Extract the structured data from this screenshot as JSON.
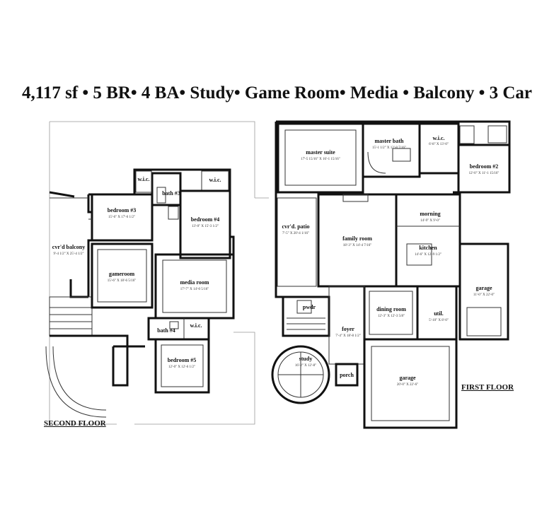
{
  "title": "4,117 sf • 5 BR• 4 BA• Study• Game Room• Media • Balcony •  3 Car",
  "second_floor": {
    "label": "SECOND FLOOR",
    "rooms": [
      {
        "id": "bedroom3",
        "name": "bedroom #3",
        "dims": "15'-6\" X 17'-6 1/2\""
      },
      {
        "id": "bath3",
        "name": "bath #3",
        "dims": ""
      },
      {
        "id": "wic1",
        "name": "w.i.c.",
        "dims": ""
      },
      {
        "id": "wic2",
        "name": "w.i.c.",
        "dims": ""
      },
      {
        "id": "bedroom4",
        "name": "bedroom #4",
        "dims": "13'-0\" X 15'-3 1/2\""
      },
      {
        "id": "balcony",
        "name": "cvr'd balcony",
        "dims": "9'-4 1/2\" X 25'-4 1/2\""
      },
      {
        "id": "gameroom",
        "name": "gameroom",
        "dims": "15'-6\" X 18'-6 5/16\""
      },
      {
        "id": "media",
        "name": "media room",
        "dims": "17'-7\" X 14'-0 5/16\""
      },
      {
        "id": "bath4",
        "name": "bath #4",
        "dims": ""
      },
      {
        "id": "wic3",
        "name": "w.i.c.",
        "dims": ""
      },
      {
        "id": "bedroom5",
        "name": "bedroom #5",
        "dims": "12'-0\" X 12'-6 1/2\""
      }
    ]
  },
  "first_floor": {
    "label": "FIRST FLOOR",
    "rooms": [
      {
        "id": "master",
        "name": "master suite",
        "dims": "17'-5 15/16\" X 16'-1 15/16\""
      },
      {
        "id": "masterbath",
        "name": "master bath",
        "dims": "15'-1 1/2\" X 12'-8 7/16\""
      },
      {
        "id": "wic",
        "name": "w.i.c.",
        "dims": "6'-8\" X 13'-0\""
      },
      {
        "id": "bedroom2",
        "name": "bedroom #2",
        "dims": "12'-0\" X 11'-1 15/16\""
      },
      {
        "id": "patio",
        "name": "cvr'd. patio",
        "dims": "7'-5\" X 20'-4 1/16\""
      },
      {
        "id": "family",
        "name": "family room",
        "dims": "18'-3\" X 14'-4 7/16\""
      },
      {
        "id": "morning",
        "name": "morning",
        "dims": "14'-9\" X 9'-0\""
      },
      {
        "id": "kitchen",
        "name": "kitchen",
        "dims": "14'-6\" X 12'-9 1/2\""
      },
      {
        "id": "garage1",
        "name": "garage",
        "dims": "11'-0\" X 22'-0\""
      },
      {
        "id": "pwdr",
        "name": "pwdr",
        "dims": ""
      },
      {
        "id": "dining",
        "name": "dining room",
        "dims": "12'-3\" X 12'-3 5/8\""
      },
      {
        "id": "util",
        "name": "util.",
        "dims": "5'-10\" X 8'-0\""
      },
      {
        "id": "foyer",
        "name": "foyer",
        "dims": "7'-4\" X 18'-8 1/2\""
      },
      {
        "id": "study",
        "name": "study",
        "dims": "16'-2\" X 12'-8\""
      },
      {
        "id": "porch",
        "name": "porch",
        "dims": ""
      },
      {
        "id": "garage2",
        "name": "garage",
        "dims": "20'-0\" X 22'-6\""
      }
    ]
  }
}
